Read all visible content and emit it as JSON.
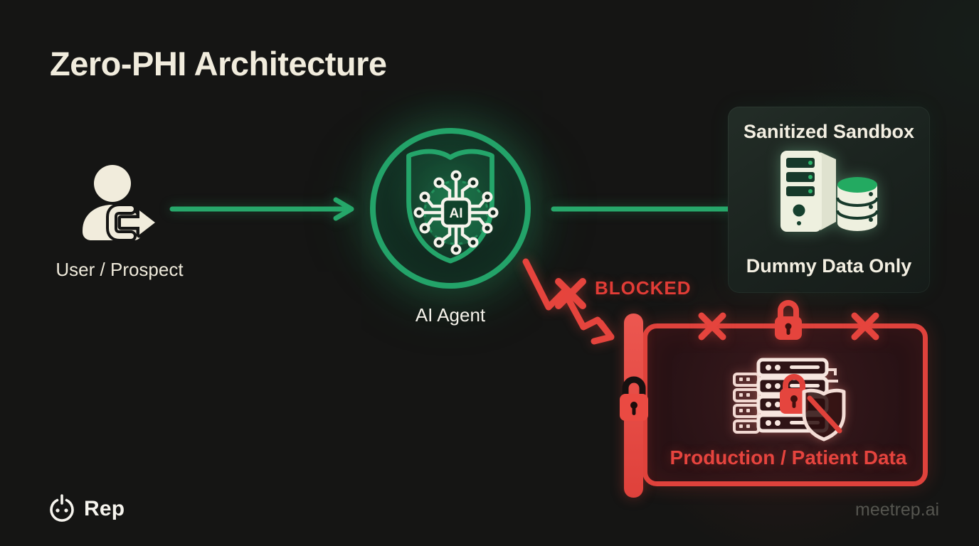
{
  "title": "Zero-PHI Architecture",
  "flow": {
    "user": {
      "label": "User / Prospect"
    },
    "agent": {
      "label": "AI Agent",
      "chip": "AI"
    },
    "sandbox": {
      "title": "Sanitized Sandbox",
      "caption": "Dummy Data Only"
    },
    "blocked": {
      "label": "BLOCKED"
    },
    "production": {
      "label": "Production / Patient Data"
    }
  },
  "footer": {
    "brand": "Rep",
    "watermark": "meetrep.ai"
  },
  "colors": {
    "background": "#151514",
    "accent_green": "#25a469",
    "accent_red": "#e4443d",
    "cream": "#f1ecdd",
    "maroon_fill": "#2b1417",
    "sandbox_fill": "#1c241f"
  },
  "icons": [
    "user-logout-icon",
    "shield-icon",
    "ai-chip-icon",
    "server-database-icon",
    "blocked-x-icon",
    "padlock-icon",
    "locked-servers-icon",
    "power-face-icon"
  ]
}
